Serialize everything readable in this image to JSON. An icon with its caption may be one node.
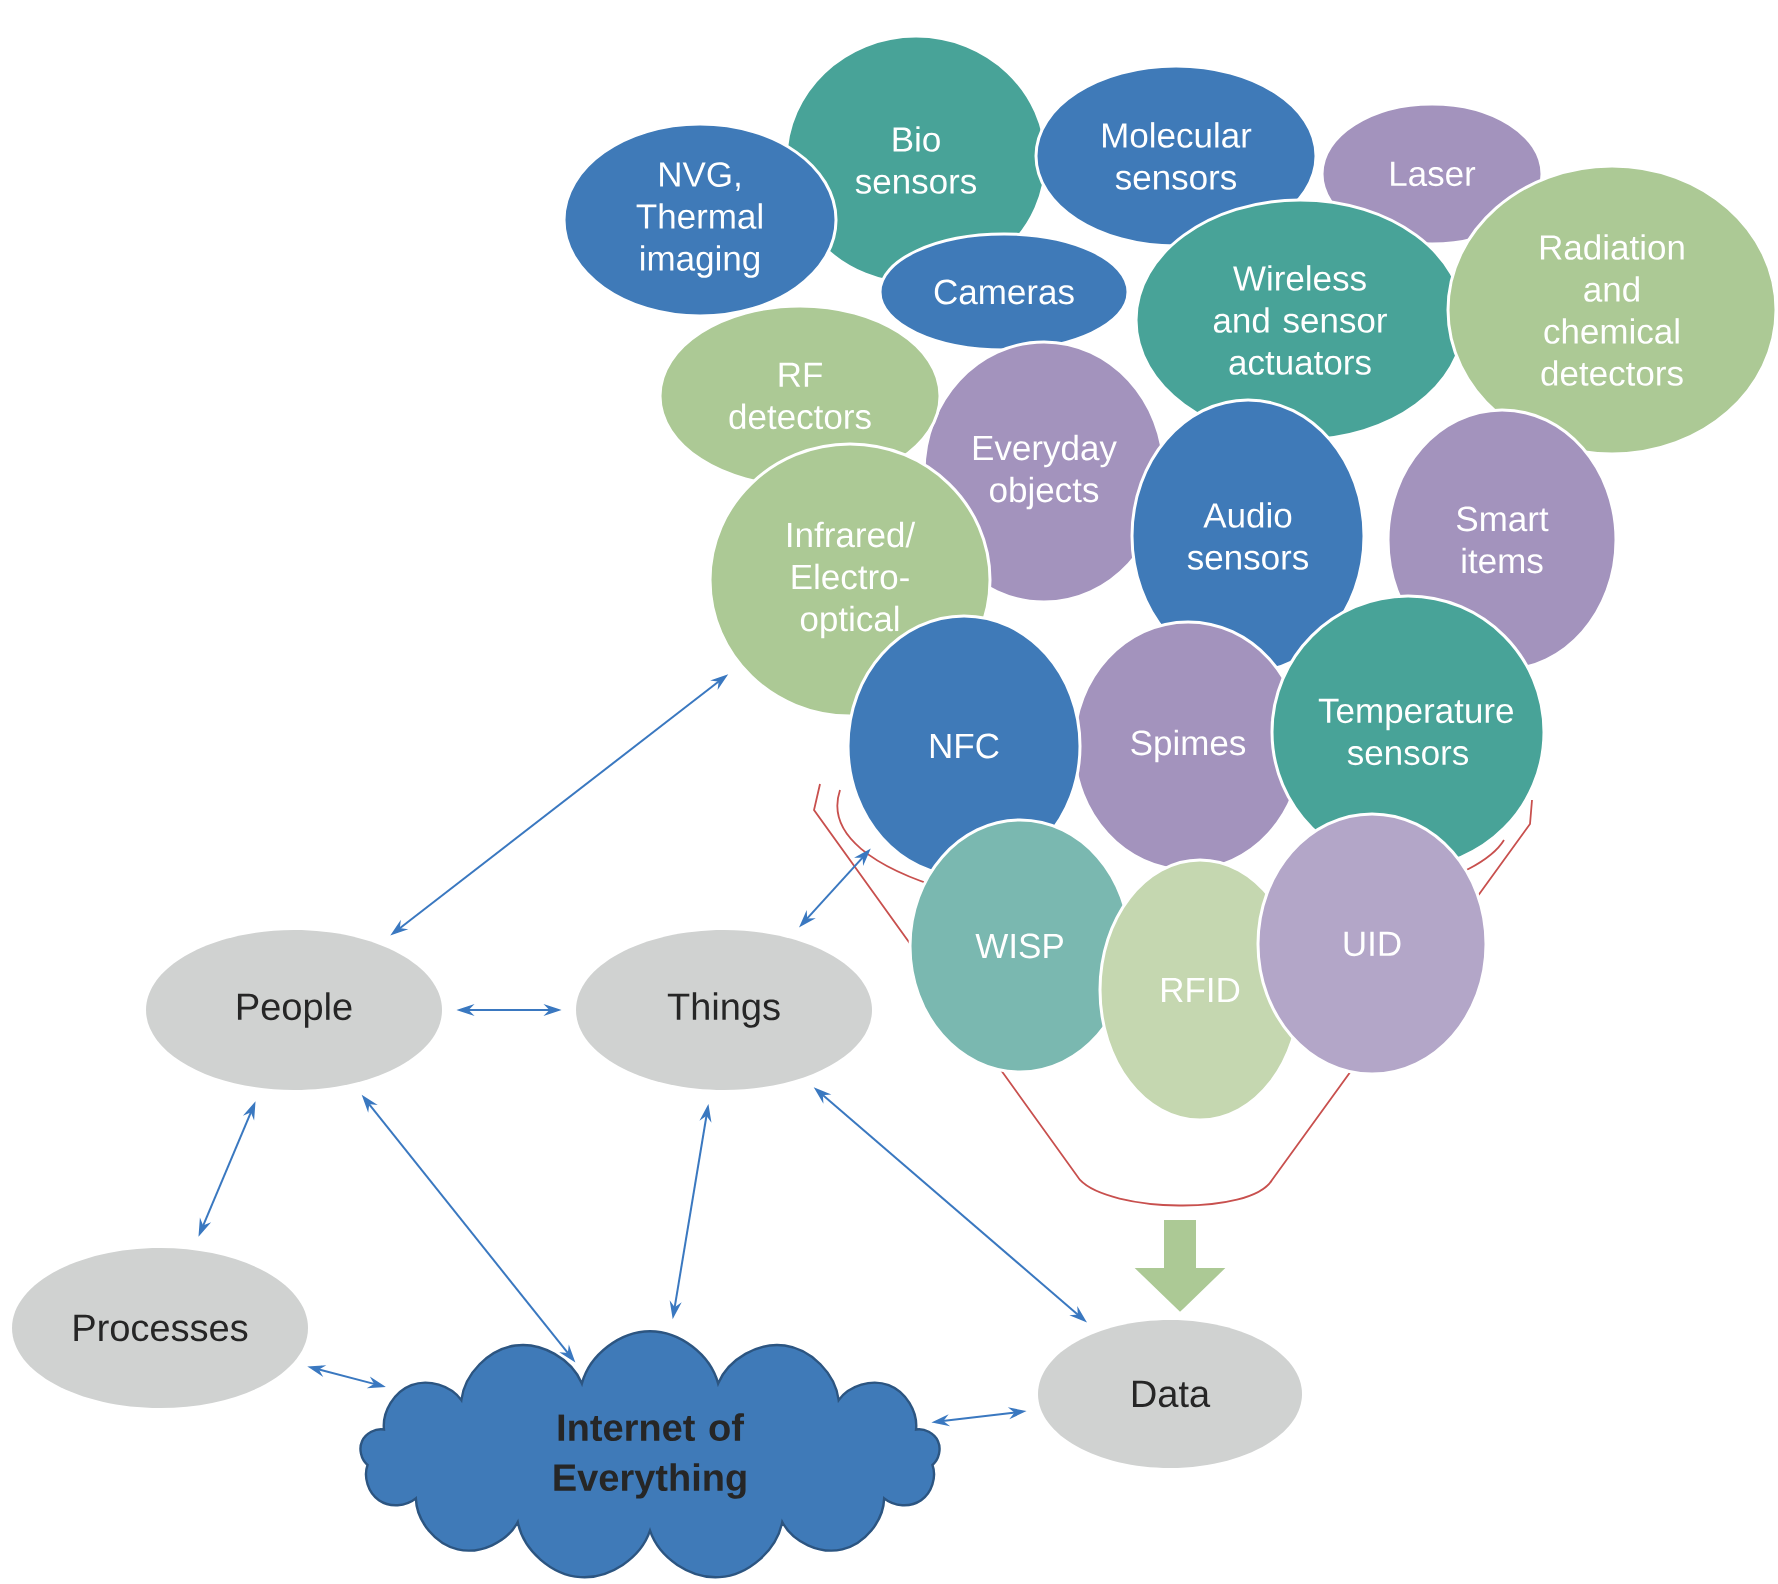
{
  "diagram": {
    "nodes": [
      {
        "text": [
          "Bio sensors"
        ]
      },
      {
        "text": [
          "Molecular sensors"
        ]
      },
      {
        "text": [
          "Laser"
        ]
      },
      {
        "text": [
          "NVG, Thermal imaging"
        ]
      },
      {
        "text": [
          "Cameras"
        ]
      },
      {
        "text": [
          "Wireless and sensor actuators"
        ]
      },
      {
        "text": [
          "Radiation and chemical detectors"
        ]
      },
      {
        "text": [
          "Everyday objects"
        ]
      },
      {
        "text": [
          "RF detectors"
        ]
      },
      {
        "text": [
          "Smart items"
        ]
      },
      {
        "text": [
          "Infrared/ Electro-optical"
        ]
      },
      {
        "text": [
          "Audio sensors"
        ]
      },
      {
        "text": [
          "Spimes"
        ]
      },
      {
        "text": [
          "NFC"
        ]
      },
      {
        "text": [
          "Temperature sensors"
        ]
      },
      {
        "text": [
          "WISP"
        ]
      },
      {
        "text": [
          "RFID"
        ]
      },
      {
        "text": [
          "UID"
        ]
      },
      {
        "text": [
          "People"
        ]
      },
      {
        "text": [
          "Things"
        ]
      },
      {
        "text": [
          "Processes"
        ]
      },
      {
        "text": [
          "Internet of Everything"
        ]
      },
      {
        "text": [
          "Data"
        ]
      }
    ],
    "edges": [
      {
        "from": 18,
        "to": 10,
        "arrow": "both"
      },
      {
        "from": 19,
        "to": 13,
        "arrow": "both"
      },
      {
        "from": 18,
        "to": 19,
        "arrow": "both"
      },
      {
        "from": 18,
        "to": 20,
        "arrow": "both"
      },
      {
        "from": 18,
        "to": 21,
        "arrow": "both"
      },
      {
        "from": 19,
        "to": 21,
        "arrow": "both"
      },
      {
        "from": 19,
        "to": 22,
        "arrow": "both"
      },
      {
        "from": 20,
        "to": 21,
        "arrow": "both"
      },
      {
        "from": 21,
        "to": 22,
        "arrow": "both"
      }
    ]
  }
}
